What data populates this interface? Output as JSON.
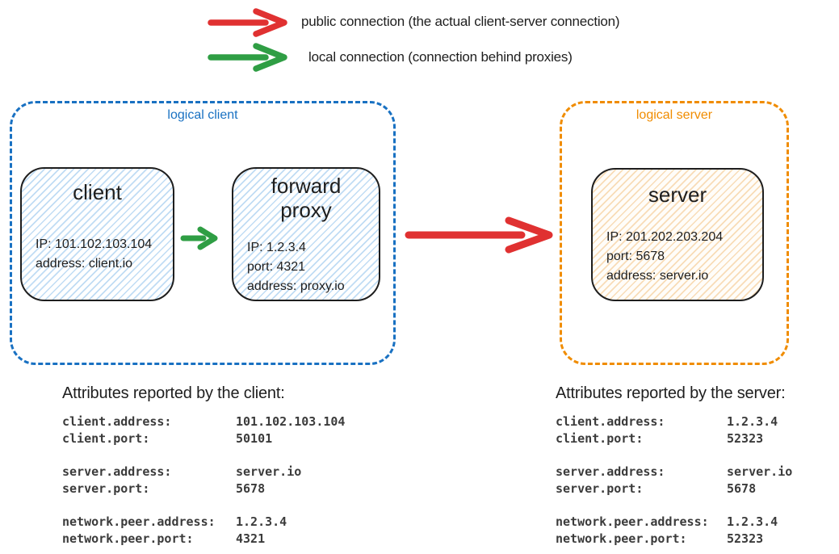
{
  "palette": {
    "public_connection_red": "#e03131",
    "local_connection_green": "#2f9e44",
    "logical_client_blue": "#1971c2",
    "logical_server_orange": "#f08c00",
    "ink": "#1e1e1e",
    "client_node_fill": "#d5e8f8",
    "server_node_fill": "#f8e6cb"
  },
  "legend": {
    "public": {
      "label": "public connection (the actual client-server connection)",
      "color": "#e03131"
    },
    "local": {
      "label": "local connection (connection behind proxies)",
      "color": "#2f9e44"
    }
  },
  "logical_client": {
    "label": "logical client",
    "client": {
      "title": "client",
      "lines": [
        "IP: 101.102.103.104",
        "address: client.io"
      ]
    },
    "proxy": {
      "title": "forward\nproxy",
      "lines": [
        "IP: 1.2.3.4",
        "port: 4321",
        "address: proxy.io"
      ]
    }
  },
  "logical_server": {
    "label": "logical server",
    "server": {
      "title": "server",
      "lines": [
        "IP: 201.202.203.204",
        "port: 5678",
        "address: server.io"
      ]
    }
  },
  "client_report": {
    "heading": "Attributes reported by the client:",
    "rows": [
      {
        "key": "client.address:",
        "value": "101.102.103.104"
      },
      {
        "key": "client.port:",
        "value": "50101"
      },
      {
        "key": "server.address:",
        "value": "server.io"
      },
      {
        "key": "server.port:",
        "value": "5678"
      },
      {
        "key": "network.peer.address:",
        "value": "1.2.3.4"
      },
      {
        "key": "network.peer.port:",
        "value": "4321"
      }
    ]
  },
  "server_report": {
    "heading": "Attributes reported by the server:",
    "rows": [
      {
        "key": "client.address:",
        "value": "1.2.3.4"
      },
      {
        "key": "client.port:",
        "value": "52323"
      },
      {
        "key": "server.address:",
        "value": "server.io"
      },
      {
        "key": "server.port:",
        "value": "5678"
      },
      {
        "key": "network.peer.address:",
        "value": "1.2.3.4"
      },
      {
        "key": "network.peer.port:",
        "value": "52323"
      }
    ]
  }
}
